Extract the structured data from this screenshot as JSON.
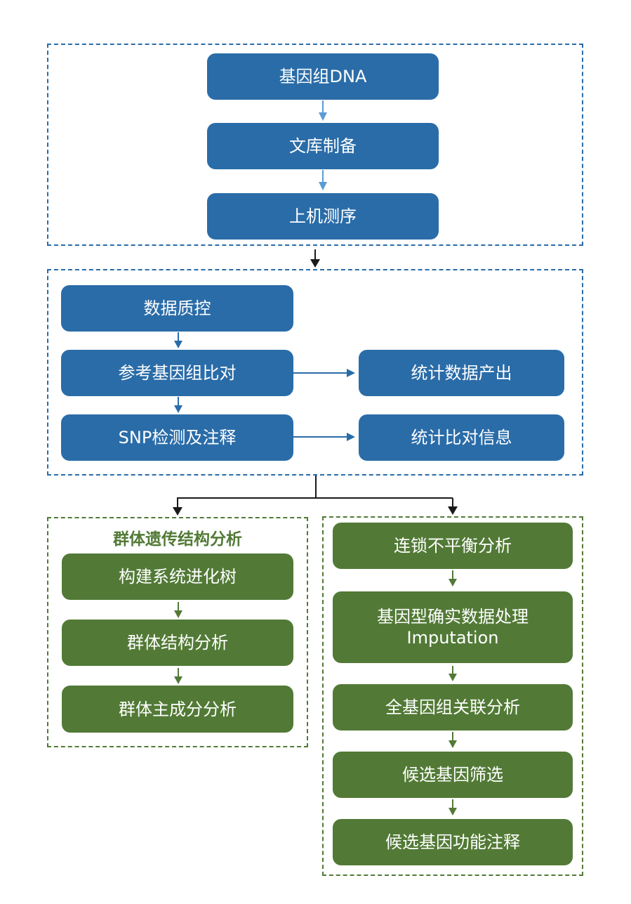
{
  "colors": {
    "blue": "#2a6ca8",
    "green": "#527a36",
    "light_blue_arrow": "#5b9bd5",
    "black_arrow": "#1a1a1a"
  },
  "stage1": {
    "steps": [
      "基因组DNA",
      "文库制备",
      "上机测序"
    ]
  },
  "stage2": {
    "main_steps": [
      "数据质控",
      "参考基因组比对",
      "SNP检测及注释"
    ],
    "side_outputs": [
      "统计数据产出",
      "统计比对信息"
    ]
  },
  "stage3_left": {
    "title": "群体遗传结构分析",
    "steps": [
      "构建系统进化树",
      "群体结构分析",
      "群体主成分分析"
    ]
  },
  "stage3_right": {
    "steps": [
      {
        "line1": "连锁不平衡分析",
        "line2": ""
      },
      {
        "line1": "基因型确实数据处理",
        "line2": "Imputation"
      },
      {
        "line1": "全基因组关联分析",
        "line2": ""
      },
      {
        "line1": "候选基因筛选",
        "line2": ""
      },
      {
        "line1": "候选基因功能注释",
        "line2": ""
      }
    ]
  }
}
